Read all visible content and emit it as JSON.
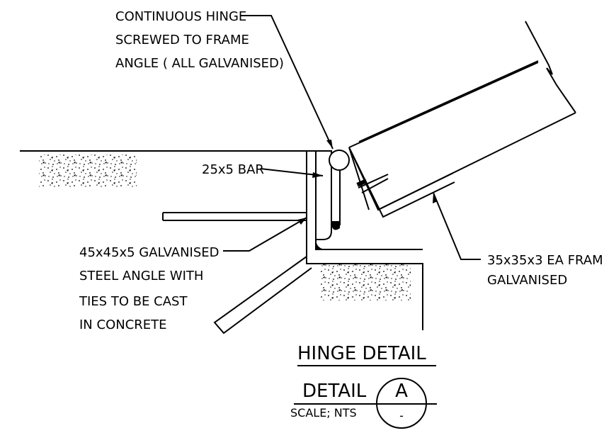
{
  "callouts": {
    "hinge": [
      "CONTINUOUS HINGE",
      "SCREWED TO FRAME",
      "ANGLE ( ALL GALVANISED)"
    ],
    "bar": "25x5 BAR",
    "steel_angle": [
      "45x45x5 GALVANISED",
      "STEEL ANGLE WITH",
      "TIES TO BE CAST",
      "IN CONCRETE"
    ],
    "frame": [
      "35x35x3 EA FRAME",
      "GALVANISED"
    ]
  },
  "title_block": {
    "title": "HINGE DETAIL",
    "detail_label": "DETAIL",
    "detail_id": "A",
    "scale": "SCALE; NTS",
    "sheet_ref": "-"
  }
}
